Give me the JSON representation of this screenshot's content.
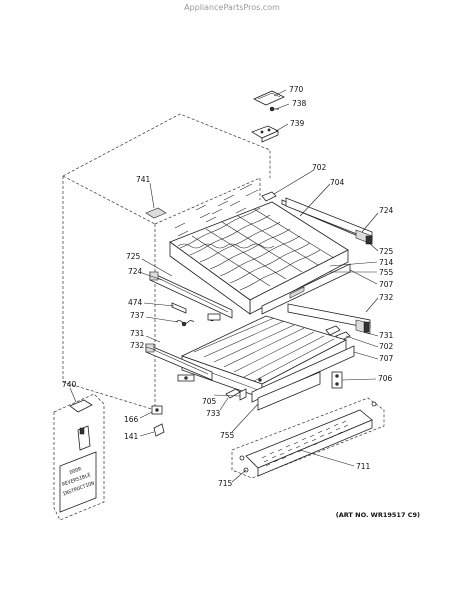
{
  "watermark": "AppliancePartsPros.com",
  "art_number": "(ART NO. WR19517 C9)",
  "instruction_card": [
    "DOOR",
    "REVERSIBLE",
    "INSTRUCTION"
  ],
  "labels": {
    "p770": "770",
    "p738": "738",
    "p739": "739",
    "p741": "741",
    "p702a": "702",
    "p704": "704",
    "p724a": "724",
    "p725a": "725",
    "p725b": "725",
    "p724b": "724",
    "p714": "714",
    "p755a": "755",
    "p707a": "707",
    "p474": "474",
    "p732a": "732",
    "p737": "737",
    "p731a": "731",
    "p731b": "731",
    "p732b": "732",
    "p702b": "702",
    "p707b": "707",
    "p706": "706",
    "p740": "740",
    "p705": "705",
    "p733": "733",
    "p166": "166",
    "p141": "141",
    "p755b": "755",
    "p711": "711",
    "p715": "715"
  }
}
